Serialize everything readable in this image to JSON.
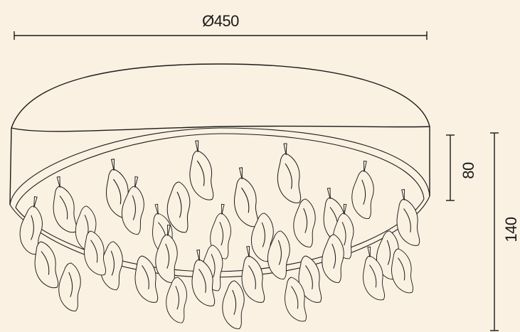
{
  "drawing": {
    "background_color": "#fbf1e2",
    "line_color": "#1a1a1a",
    "dimensions": {
      "diameter_label": "Ø450",
      "shade_height_label": "80",
      "total_height_label": "140"
    }
  }
}
